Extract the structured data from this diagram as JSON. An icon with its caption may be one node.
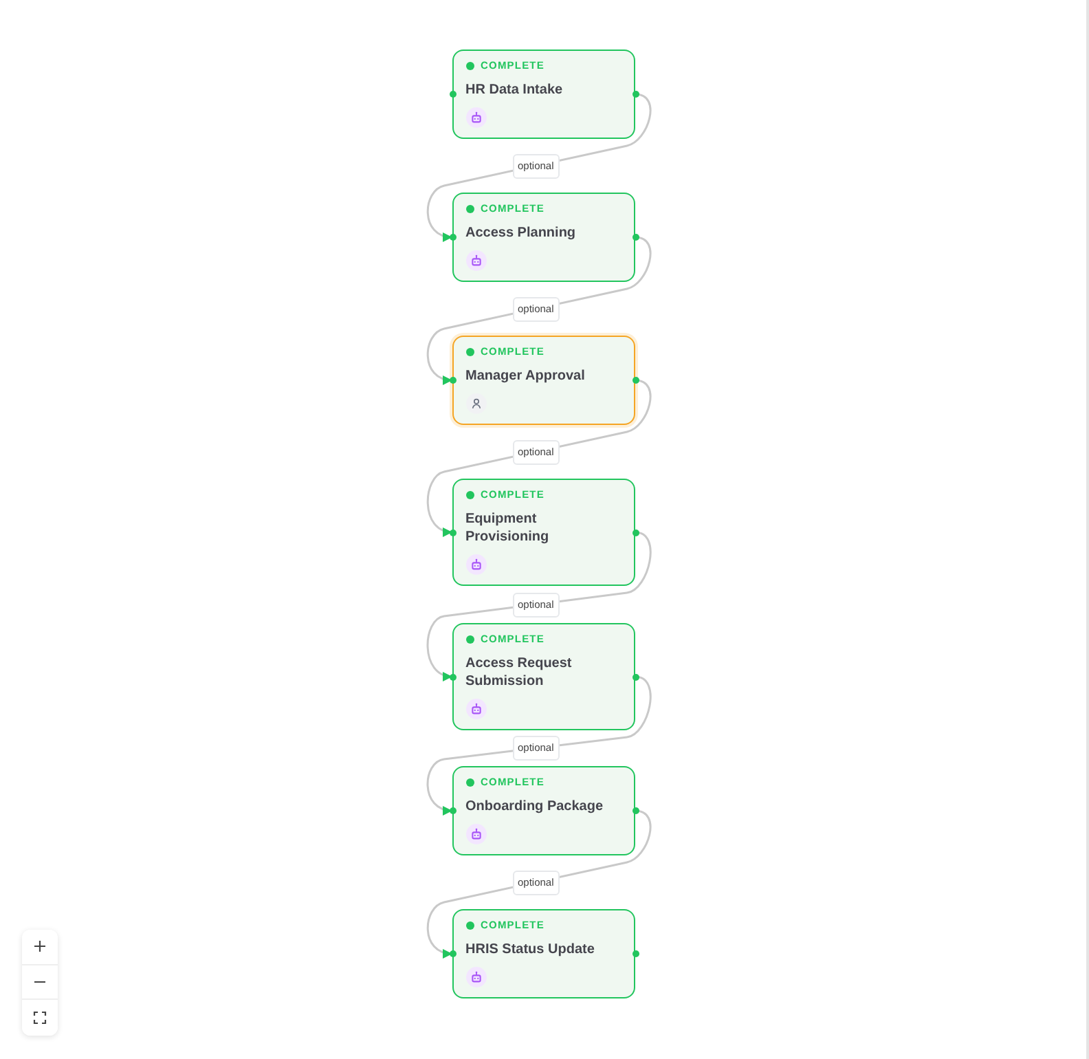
{
  "diagram": {
    "nodes": [
      {
        "text": [
          "COMPLETE",
          "HR Data Intake"
        ]
      },
      {
        "text": [
          "COMPLETE",
          "Access Planning"
        ]
      },
      {
        "text": [
          "COMPLETE",
          "Manager Approval"
        ]
      },
      {
        "text": [
          "COMPLETE",
          "Equipment Provisioning"
        ]
      },
      {
        "text": [
          "COMPLETE",
          "Access Request Submission"
        ]
      },
      {
        "text": [
          "COMPLETE",
          "Onboarding Package"
        ]
      },
      {
        "text": [
          "COMPLETE",
          "HRIS Status Update"
        ]
      }
    ],
    "edges": [
      {
        "from": 0,
        "to": 1,
        "arrow": "to",
        "label": "optional"
      },
      {
        "from": 1,
        "to": 2,
        "arrow": "to",
        "label": "optional"
      },
      {
        "from": 2,
        "to": 3,
        "arrow": "to",
        "label": "optional"
      },
      {
        "from": 3,
        "to": 4,
        "arrow": "to",
        "label": "optional"
      },
      {
        "from": 4,
        "to": 5,
        "arrow": "to",
        "label": "optional"
      },
      {
        "from": 5,
        "to": 6,
        "arrow": "to",
        "label": "optional"
      }
    ]
  }
}
